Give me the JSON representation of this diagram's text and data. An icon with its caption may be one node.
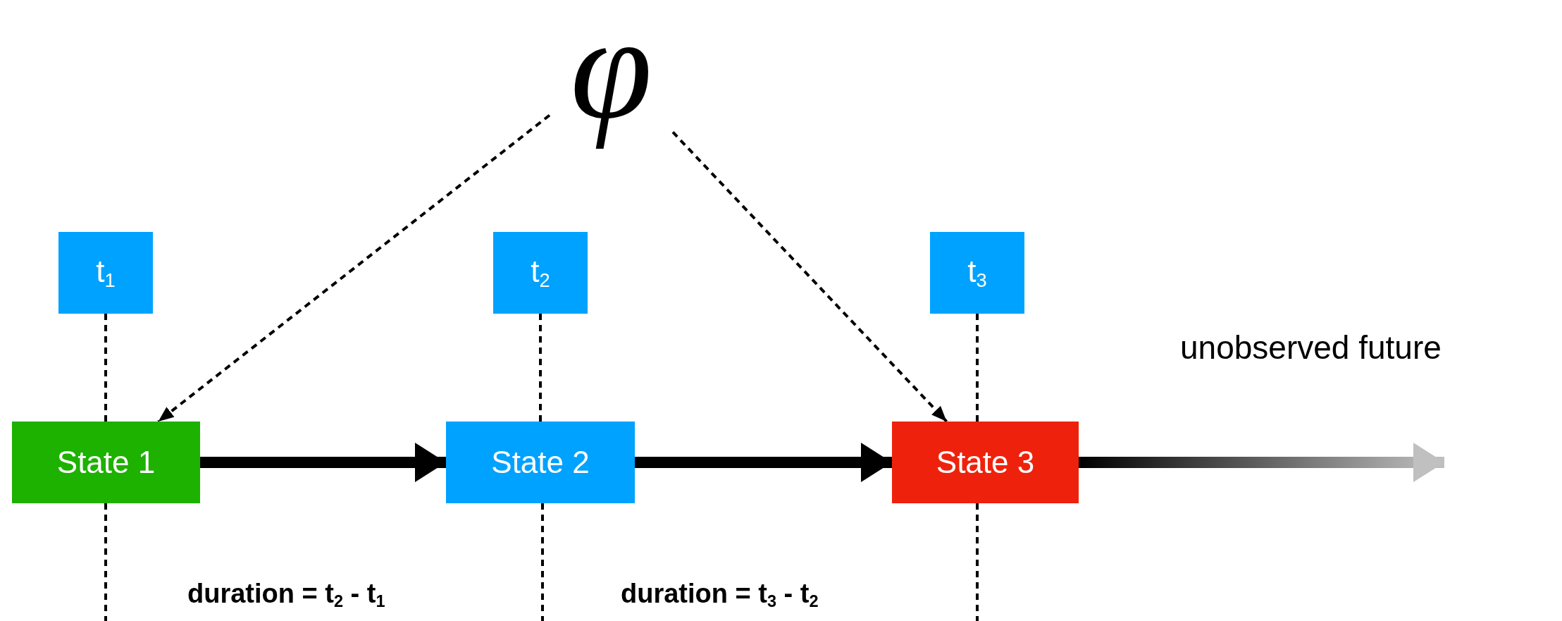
{
  "diagram": {
    "nodes": [
      {
        "text": [
          "φ"
        ]
      },
      {
        "text": [
          "t$_{1}$"
        ]
      },
      {
        "text": [
          "t$_{2}$"
        ]
      },
      {
        "text": [
          "t$_{3}$"
        ]
      },
      {
        "text": [
          "State 1"
        ]
      },
      {
        "text": [
          "State 2"
        ]
      },
      {
        "text": [
          "State 3"
        ]
      }
    ],
    "edges": [
      {
        "from": 0,
        "to": 4,
        "arrow": "to",
        "style": "dashed"
      },
      {
        "from": 0,
        "to": 6,
        "arrow": "to",
        "style": "dashed"
      },
      {
        "from": 1,
        "to": 4,
        "arrow": "none",
        "style": "dashed"
      },
      {
        "from": 2,
        "to": 5,
        "arrow": "none",
        "style": "dashed"
      },
      {
        "from": 3,
        "to": 6,
        "arrow": "none",
        "style": "dashed"
      },
      {
        "from": 4,
        "to": 5,
        "arrow": "to",
        "style": "thick"
      },
      {
        "from": 5,
        "to": 6,
        "arrow": "to",
        "style": "thick"
      },
      {
        "from": 6,
        "to": null,
        "arrow": "to",
        "style": "thick",
        "color": "#c0c0c0"
      },
      {
        "from": 4,
        "to": null,
        "arrow": "none",
        "style": "dashed"
      },
      {
        "from": 5,
        "to": null,
        "arrow": "none",
        "style": "dashed"
      },
      {
        "from": 6,
        "to": null,
        "arrow": "none",
        "style": "dashed"
      }
    ],
    "labels": [
      "unobserved future",
      "duration = t$_{2}$ - t$_{1}$",
      "duration = t$_{3}$ - t$_{2}$"
    ]
  }
}
